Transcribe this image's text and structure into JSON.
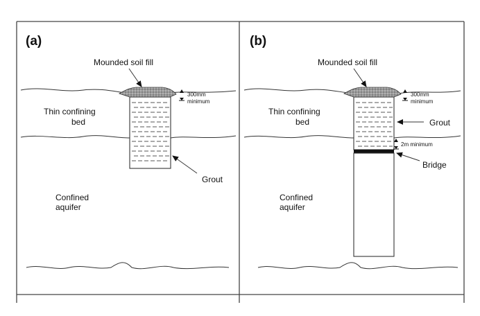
{
  "panels": [
    {
      "letter": "(a)",
      "mound_label": "Mounded soil fill",
      "fill_depth_value": "300mm",
      "fill_depth_qualifier": "minimum",
      "confining_bed_line1": "Thin confining",
      "confining_bed_line2": "bed",
      "aquifer_line1": "Confined",
      "aquifer_line2": "aquifer",
      "grout_label": "Grout"
    },
    {
      "letter": "(b)",
      "mound_label": "Mounded soil fill",
      "fill_depth_value": "300mm",
      "fill_depth_qualifier": "minimum",
      "confining_bed_line1": "Thin confining",
      "confining_bed_line2": "bed",
      "aquifer_line1": "Confined",
      "aquifer_line2": "aquifer",
      "grout_label": "Grout",
      "bridge_label": "Bridge",
      "bridge_depth_label": "2m minimum"
    }
  ]
}
